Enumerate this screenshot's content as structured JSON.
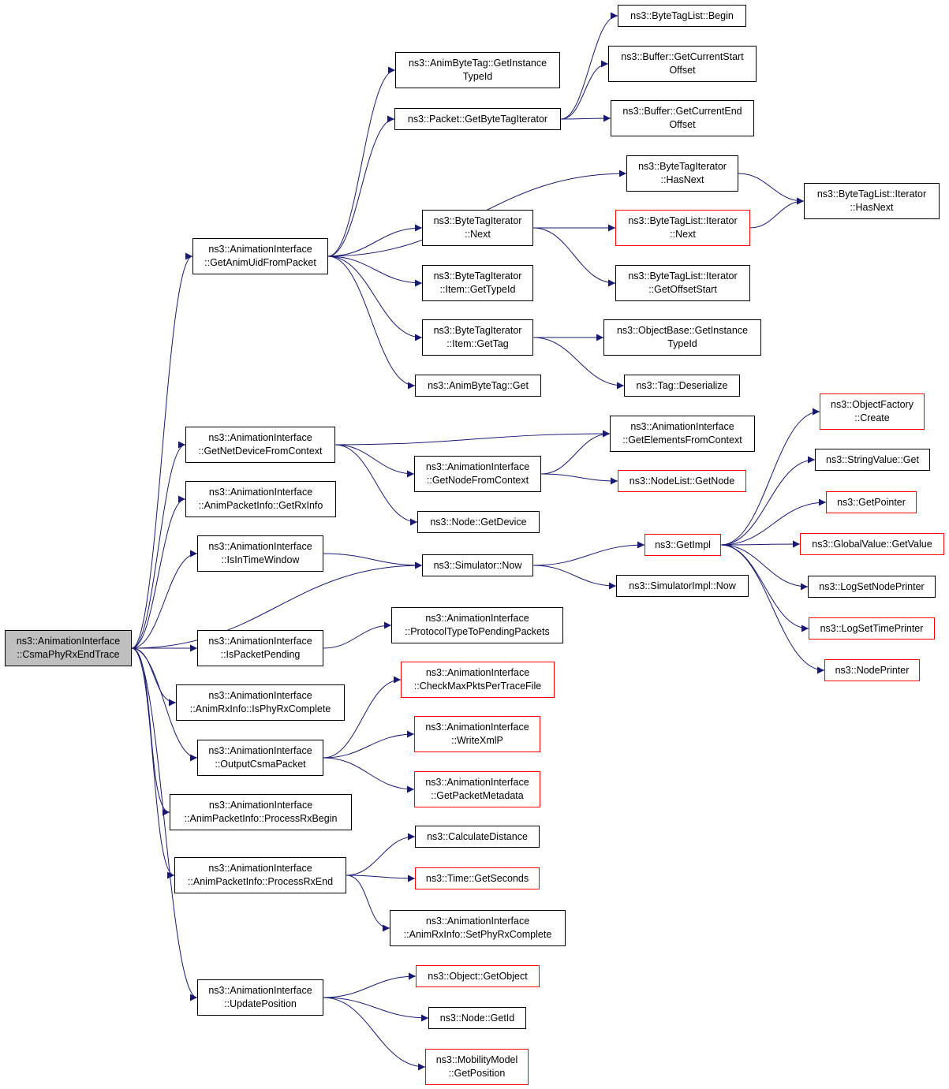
{
  "colors": {
    "edge": "#191970",
    "border": "#000000",
    "border_red": "#ff0000",
    "root_fill": "#bfbfbf"
  },
  "nodes": [
    {
      "id": "root",
      "lines": [
        "ns3::AnimationInterface",
        "::CsmaPhyRxEndTrace"
      ]
    },
    {
      "id": "getAnimUid",
      "lines": [
        "ns3::AnimationInterface",
        "::GetAnimUidFromPacket"
      ]
    },
    {
      "id": "getNetDev",
      "lines": [
        "ns3::AnimationInterface",
        "::GetNetDeviceFromContext"
      ]
    },
    {
      "id": "getRxInfo",
      "lines": [
        "ns3::AnimationInterface",
        "::AnimPacketInfo::GetRxInfo"
      ]
    },
    {
      "id": "isInTimeWindow",
      "lines": [
        "ns3::AnimationInterface",
        "::IsInTimeWindow"
      ]
    },
    {
      "id": "isPacketPending",
      "lines": [
        "ns3::AnimationInterface",
        "::IsPacketPending"
      ]
    },
    {
      "id": "isPhyRxComplete",
      "lines": [
        "ns3::AnimationInterface",
        "::AnimRxInfo::IsPhyRxComplete"
      ]
    },
    {
      "id": "outputCsma",
      "lines": [
        "ns3::AnimationInterface",
        "::OutputCsmaPacket"
      ]
    },
    {
      "id": "processRxBegin",
      "lines": [
        "ns3::AnimationInterface",
        "::AnimPacketInfo::ProcessRxBegin"
      ]
    },
    {
      "id": "processRxEnd",
      "lines": [
        "ns3::AnimationInterface",
        "::AnimPacketInfo::ProcessRxEnd"
      ]
    },
    {
      "id": "updatePosition",
      "lines": [
        "ns3::AnimationInterface",
        "::UpdatePosition"
      ]
    },
    {
      "id": "animByteTagGetInst",
      "lines": [
        "ns3::AnimByteTag::GetInstance",
        "TypeId"
      ]
    },
    {
      "id": "packetGetBTI",
      "lines": [
        "ns3::Packet::GetByteTagIterator"
      ]
    },
    {
      "id": "btlBegin",
      "lines": [
        "ns3::ByteTagList::Begin"
      ]
    },
    {
      "id": "bufStart",
      "lines": [
        "ns3::Buffer::GetCurrentStart",
        "Offset"
      ]
    },
    {
      "id": "bufEnd",
      "lines": [
        "ns3::Buffer::GetCurrentEnd",
        "Offset"
      ]
    },
    {
      "id": "btiHasNext",
      "lines": [
        "ns3::ByteTagIterator",
        "::HasNext"
      ]
    },
    {
      "id": "btliHasNext",
      "lines": [
        "ns3::ByteTagList::Iterator",
        "::HasNext"
      ]
    },
    {
      "id": "btiNext",
      "lines": [
        "ns3::ByteTagIterator",
        "::Next"
      ]
    },
    {
      "id": "btliNext",
      "lines": [
        "ns3::ByteTagList::Iterator",
        "::Next"
      ],
      "red": true
    },
    {
      "id": "btiItemGetTypeId",
      "lines": [
        "ns3::ByteTagIterator",
        "::Item::GetTypeId"
      ]
    },
    {
      "id": "btliGetOffsetStart",
      "lines": [
        "ns3::ByteTagList::Iterator",
        "::GetOffsetStart"
      ]
    },
    {
      "id": "btiItemGetTag",
      "lines": [
        "ns3::ByteTagIterator",
        "::Item::GetTag"
      ]
    },
    {
      "id": "objBaseGetInst",
      "lines": [
        "ns3::ObjectBase::GetInstance",
        "TypeId"
      ]
    },
    {
      "id": "animByteTagGet",
      "lines": [
        "ns3::AnimByteTag::Get"
      ]
    },
    {
      "id": "tagDeserialize",
      "lines": [
        "ns3::Tag::Deserialize"
      ]
    },
    {
      "id": "getElements",
      "lines": [
        "ns3::AnimationInterface",
        "::GetElementsFromContext"
      ]
    },
    {
      "id": "getNodeFromCtx",
      "lines": [
        "ns3::AnimationInterface",
        "::GetNodeFromContext"
      ]
    },
    {
      "id": "nodeListGetNode",
      "lines": [
        "ns3::NodeList::GetNode"
      ],
      "red": true
    },
    {
      "id": "nodeGetDevice",
      "lines": [
        "ns3::Node::GetDevice"
      ]
    },
    {
      "id": "simNow",
      "lines": [
        "ns3::Simulator::Now"
      ]
    },
    {
      "id": "getImpl",
      "lines": [
        "ns3::GetImpl"
      ],
      "red": true
    },
    {
      "id": "simImplNow",
      "lines": [
        "ns3::SimulatorImpl::Now"
      ]
    },
    {
      "id": "objFactoryCreate",
      "lines": [
        "ns3::ObjectFactory",
        "::Create"
      ],
      "red": true
    },
    {
      "id": "stringValueGet",
      "lines": [
        "ns3::StringValue::Get"
      ]
    },
    {
      "id": "getPointer",
      "lines": [
        "ns3::GetPointer"
      ],
      "red": true
    },
    {
      "id": "globalValueGet",
      "lines": [
        "ns3::GlobalValue::GetValue"
      ],
      "red": true
    },
    {
      "id": "logSetNodePrinter",
      "lines": [
        "ns3::LogSetNodePrinter"
      ]
    },
    {
      "id": "logSetTimePrinter",
      "lines": [
        "ns3::LogSetTimePrinter"
      ],
      "red": true
    },
    {
      "id": "nodePrinter",
      "lines": [
        "ns3::NodePrinter"
      ],
      "red": true
    },
    {
      "id": "protoType",
      "lines": [
        "ns3::AnimationInterface",
        "::ProtocolTypeToPendingPackets"
      ]
    },
    {
      "id": "checkMax",
      "lines": [
        "ns3::AnimationInterface",
        "::CheckMaxPktsPerTraceFile"
      ],
      "red": true
    },
    {
      "id": "writeXmlP",
      "lines": [
        "ns3::AnimationInterface",
        "::WriteXmlP"
      ],
      "red": true
    },
    {
      "id": "getPacketMeta",
      "lines": [
        "ns3::AnimationInterface",
        "::GetPacketMetadata"
      ],
      "red": true
    },
    {
      "id": "calcDistance",
      "lines": [
        "ns3::CalculateDistance"
      ]
    },
    {
      "id": "timeGetSeconds",
      "lines": [
        "ns3::Time::GetSeconds"
      ],
      "red": true
    },
    {
      "id": "setPhyRxComplete",
      "lines": [
        "ns3::AnimationInterface",
        "::AnimRxInfo::SetPhyRxComplete"
      ]
    },
    {
      "id": "objectGetObject",
      "lines": [
        "ns3::Object::GetObject"
      ],
      "red": true
    },
    {
      "id": "nodeGetId",
      "lines": [
        "ns3::Node::GetId"
      ]
    },
    {
      "id": "mobilityGetPos",
      "lines": [
        "ns3::MobilityModel",
        "::GetPosition"
      ],
      "red": true
    }
  ],
  "edges": [
    [
      "root",
      "getAnimUid"
    ],
    [
      "root",
      "getNetDev"
    ],
    [
      "root",
      "getRxInfo"
    ],
    [
      "root",
      "isInTimeWindow"
    ],
    [
      "root",
      "simNow"
    ],
    [
      "root",
      "isPacketPending"
    ],
    [
      "root",
      "isPhyRxComplete"
    ],
    [
      "root",
      "outputCsma"
    ],
    [
      "root",
      "processRxBegin"
    ],
    [
      "root",
      "processRxEnd"
    ],
    [
      "root",
      "updatePosition"
    ],
    [
      "getAnimUid",
      "animByteTagGetInst"
    ],
    [
      "getAnimUid",
      "packetGetBTI"
    ],
    [
      "getAnimUid",
      "btiHasNext"
    ],
    [
      "getAnimUid",
      "btiNext"
    ],
    [
      "getAnimUid",
      "btiItemGetTypeId"
    ],
    [
      "getAnimUid",
      "btiItemGetTag"
    ],
    [
      "getAnimUid",
      "animByteTagGet"
    ],
    [
      "packetGetBTI",
      "btlBegin"
    ],
    [
      "packetGetBTI",
      "bufStart"
    ],
    [
      "packetGetBTI",
      "bufEnd"
    ],
    [
      "btiHasNext",
      "btliHasNext"
    ],
    [
      "btiNext",
      "btliNext"
    ],
    [
      "btiNext",
      "btliGetOffsetStart"
    ],
    [
      "btliNext",
      "btliHasNext"
    ],
    [
      "btiItemGetTag",
      "objBaseGetInst"
    ],
    [
      "btiItemGetTag",
      "tagDeserialize"
    ],
    [
      "getNetDev",
      "getElements"
    ],
    [
      "getNetDev",
      "getNodeFromCtx"
    ],
    [
      "getNetDev",
      "nodeGetDevice"
    ],
    [
      "getNodeFromCtx",
      "getElements"
    ],
    [
      "getNodeFromCtx",
      "nodeListGetNode"
    ],
    [
      "isInTimeWindow",
      "simNow"
    ],
    [
      "simNow",
      "getImpl"
    ],
    [
      "simNow",
      "simImplNow"
    ],
    [
      "getImpl",
      "objFactoryCreate"
    ],
    [
      "getImpl",
      "stringValueGet"
    ],
    [
      "getImpl",
      "getPointer"
    ],
    [
      "getImpl",
      "globalValueGet"
    ],
    [
      "getImpl",
      "logSetNodePrinter"
    ],
    [
      "getImpl",
      "logSetTimePrinter"
    ],
    [
      "getImpl",
      "nodePrinter"
    ],
    [
      "isPacketPending",
      "protoType"
    ],
    [
      "outputCsma",
      "checkMax"
    ],
    [
      "outputCsma",
      "writeXmlP"
    ],
    [
      "outputCsma",
      "getPacketMeta"
    ],
    [
      "processRxEnd",
      "calcDistance"
    ],
    [
      "processRxEnd",
      "timeGetSeconds"
    ],
    [
      "processRxEnd",
      "setPhyRxComplete"
    ],
    [
      "updatePosition",
      "objectGetObject"
    ],
    [
      "updatePosition",
      "nodeGetId"
    ],
    [
      "updatePosition",
      "mobilityGetPos"
    ]
  ]
}
